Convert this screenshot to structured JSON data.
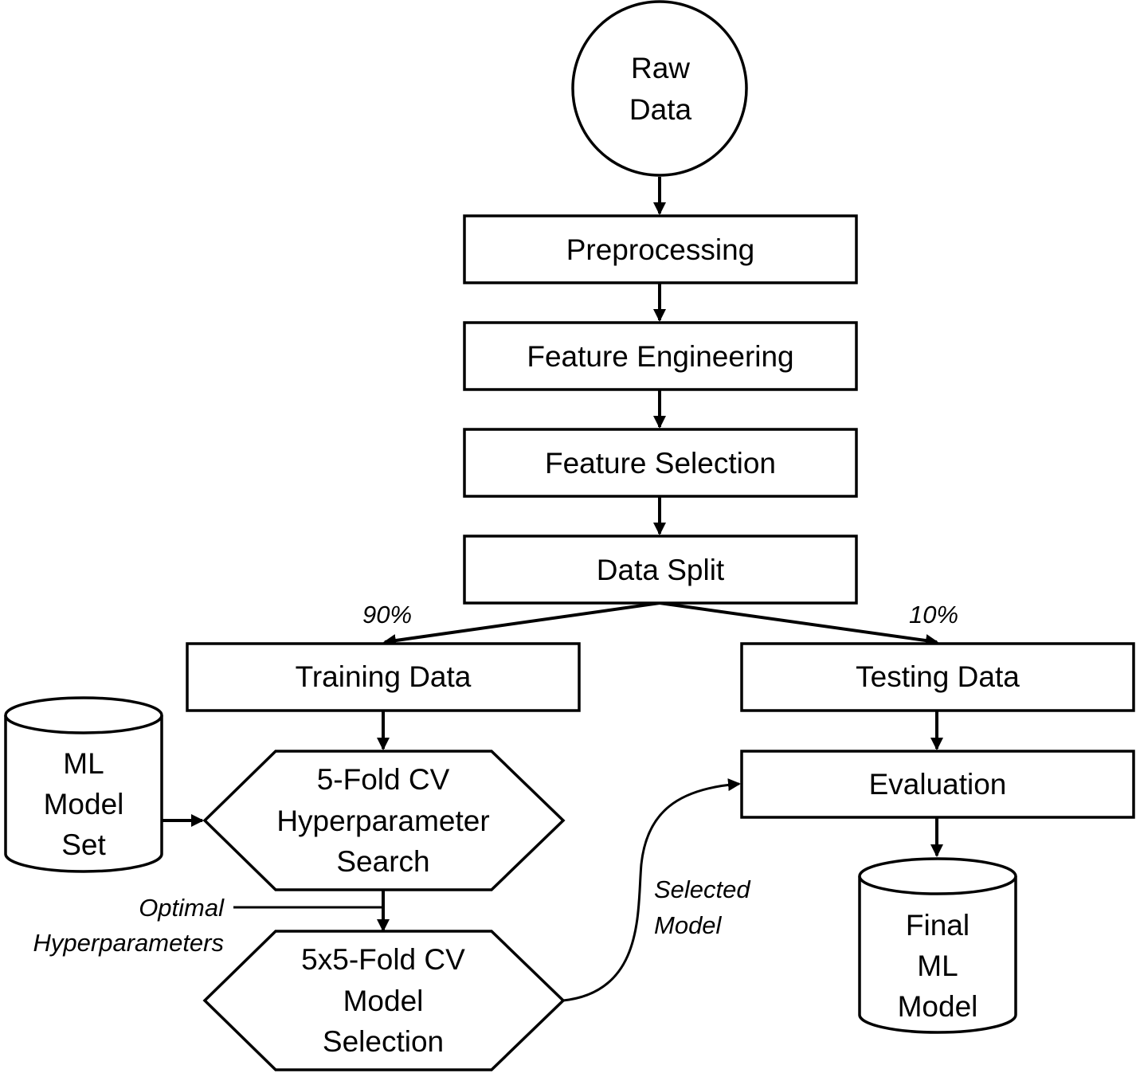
{
  "nodes": {
    "raw_data": {
      "lines": [
        "Raw",
        "Data"
      ]
    },
    "preprocessing": {
      "lines": [
        "Preprocessing"
      ]
    },
    "feature_engineering": {
      "lines": [
        "Feature Engineering"
      ]
    },
    "feature_selection": {
      "lines": [
        "Feature Selection"
      ]
    },
    "data_split": {
      "lines": [
        "Data Split"
      ]
    },
    "training_data": {
      "lines": [
        "Training Data"
      ]
    },
    "testing_data": {
      "lines": [
        "Testing Data"
      ]
    },
    "ml_model_set": {
      "lines": [
        "ML",
        "Model",
        "Set"
      ]
    },
    "cv_hyperparameter_search": {
      "lines": [
        "5-Fold CV",
        "Hyperparameter",
        "Search"
      ]
    },
    "cv_model_selection": {
      "lines": [
        "5x5-Fold CV",
        "Model",
        "Selection"
      ]
    },
    "evaluation": {
      "lines": [
        "Evaluation"
      ]
    },
    "final_ml_model": {
      "lines": [
        "Final",
        "ML",
        "Model"
      ]
    }
  },
  "edge_labels": {
    "training_split": "90%",
    "testing_split": "10%",
    "optimal_hyperparameters": [
      "Optimal",
      "Hyperparameters"
    ],
    "selected_model": [
      "Selected",
      "Model"
    ]
  }
}
